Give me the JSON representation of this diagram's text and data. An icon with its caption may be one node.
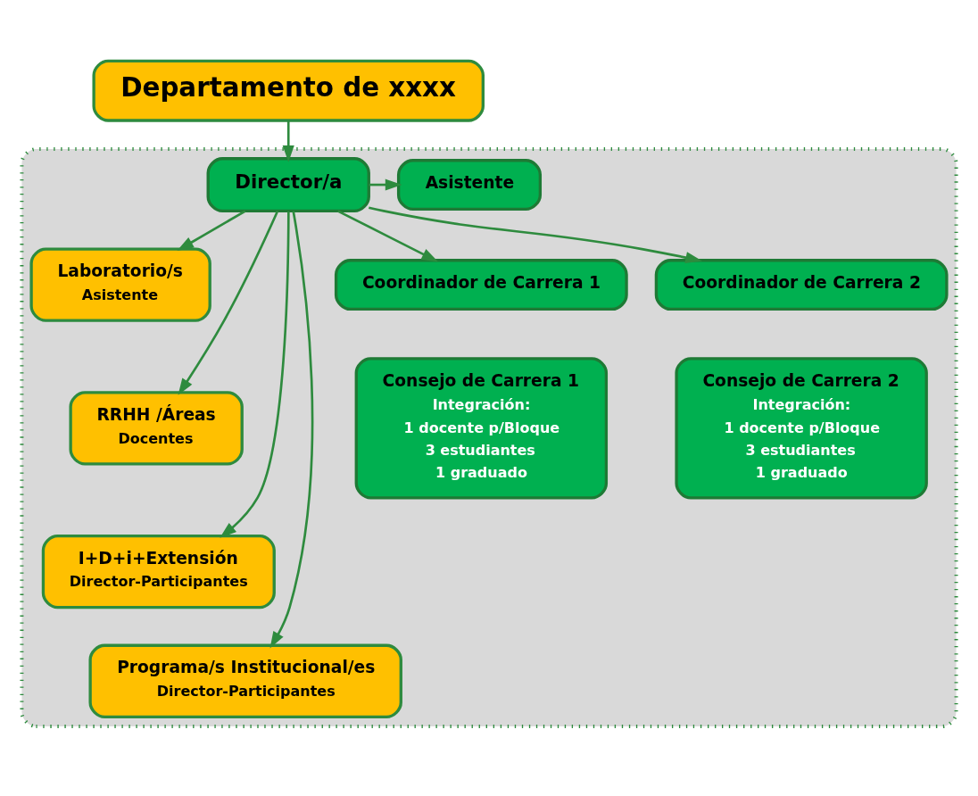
{
  "diagram": {
    "nodes": [
      {
        "text": [],
        "shape": "box"
      },
      {
        "text": [
          "Departamento de xxxx"
        ]
      },
      {
        "text": [
          "Director/a"
        ],
        "in": 0
      },
      {
        "text": [
          "Asistente"
        ],
        "in": 0
      },
      {
        "text": [
          "Laboratorio/s",
          "Asistente"
        ],
        "in": 0
      },
      {
        "text": [
          "RRHH /Áreas",
          "Docentes"
        ],
        "in": 0
      },
      {
        "text": [
          "I+D+i+Extensión",
          "Director-Participantes"
        ],
        "in": 0
      },
      {
        "text": [
          "Programa/s Institucional/es",
          "Director-Participantes"
        ],
        "in": 0
      },
      {
        "text": [
          "Coordinador de Carrera 1"
        ],
        "in": 0
      },
      {
        "text": [
          "Consejo de Carrera 1",
          "Integración:",
          "1 docente p/Bloque",
          "3 estudiantes",
          "1 graduado"
        ],
        "in": 0
      },
      {
        "text": [
          "Coordinador de Carrera 2"
        ],
        "in": 0
      },
      {
        "text": [
          "Consejo de Carrera 2",
          "Integración:",
          "1 docente p/Bloque",
          "3 estudiantes",
          "1 graduado"
        ],
        "in": 0
      }
    ],
    "edges": [
      {
        "from": 1,
        "to": 2,
        "arrow": "to"
      },
      {
        "from": 2,
        "to": 3,
        "arrow": "to"
      },
      {
        "from": 2,
        "to": 4,
        "arrow": "to"
      },
      {
        "from": 2,
        "to": 5,
        "arrow": "to"
      },
      {
        "from": 2,
        "to": 6,
        "arrow": "to"
      },
      {
        "from": 2,
        "to": 7,
        "arrow": "to"
      },
      {
        "from": 2,
        "to": 8,
        "arrow": "to"
      },
      {
        "from": 2,
        "to": 10,
        "arrow": "to"
      }
    ]
  }
}
